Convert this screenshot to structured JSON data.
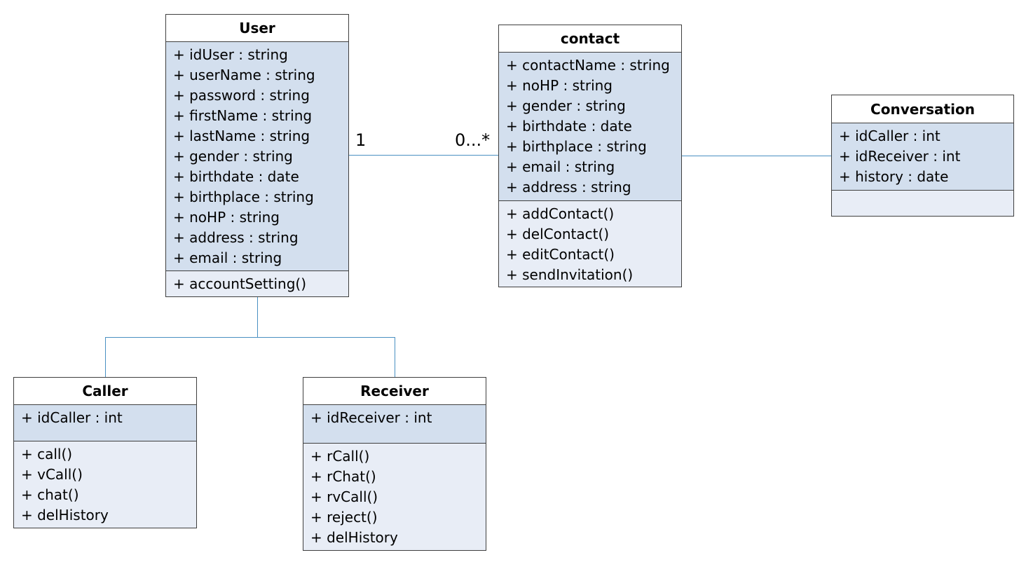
{
  "classes": {
    "user": {
      "name": "User",
      "attributes": [
        "+ idUser : string",
        "+ userName : string",
        "+ password : string",
        "+ firstName : string",
        "+ lastName : string",
        "+ gender : string",
        "+ birthdate : date",
        "+ birthplace : string",
        "+ noHP : string",
        "+ address : string",
        "+ email : string"
      ],
      "methods": [
        "+ accountSetting()"
      ]
    },
    "contact": {
      "name": "contact",
      "attributes": [
        "+ contactName : string",
        "+ noHP : string",
        "+ gender : string",
        "+ birthdate : date",
        "+ birthplace : string",
        "+ email : string",
        "+ address : string"
      ],
      "methods": [
        "+ addContact()",
        "+ delContact()",
        "+ editContact()",
        "+ sendInvitation()"
      ]
    },
    "conversation": {
      "name": "Conversation",
      "attributes": [
        "+ idCaller : int",
        "+ idReceiver : int",
        "+ history : date"
      ],
      "methods": []
    },
    "caller": {
      "name": "Caller",
      "attributes": [
        "+ idCaller : int"
      ],
      "methods": [
        "+ call()",
        "+ vCall()",
        "+ chat()",
        "+ delHistory"
      ]
    },
    "receiver": {
      "name": "Receiver",
      "attributes": [
        "+ idReceiver : int"
      ],
      "methods": [
        "+ rCall()",
        "+ rChat()",
        "+ rvCall()",
        "+ reject()",
        "+ delHistory"
      ]
    }
  },
  "associations": {
    "user_contact": {
      "source_multiplicity": "1",
      "target_multiplicity": "0...*"
    }
  },
  "colors": {
    "attribute_fill": "#d3dfee",
    "method_fill": "#e8edf6",
    "connector": "#4a90c2",
    "border": "#3f3f3f"
  }
}
